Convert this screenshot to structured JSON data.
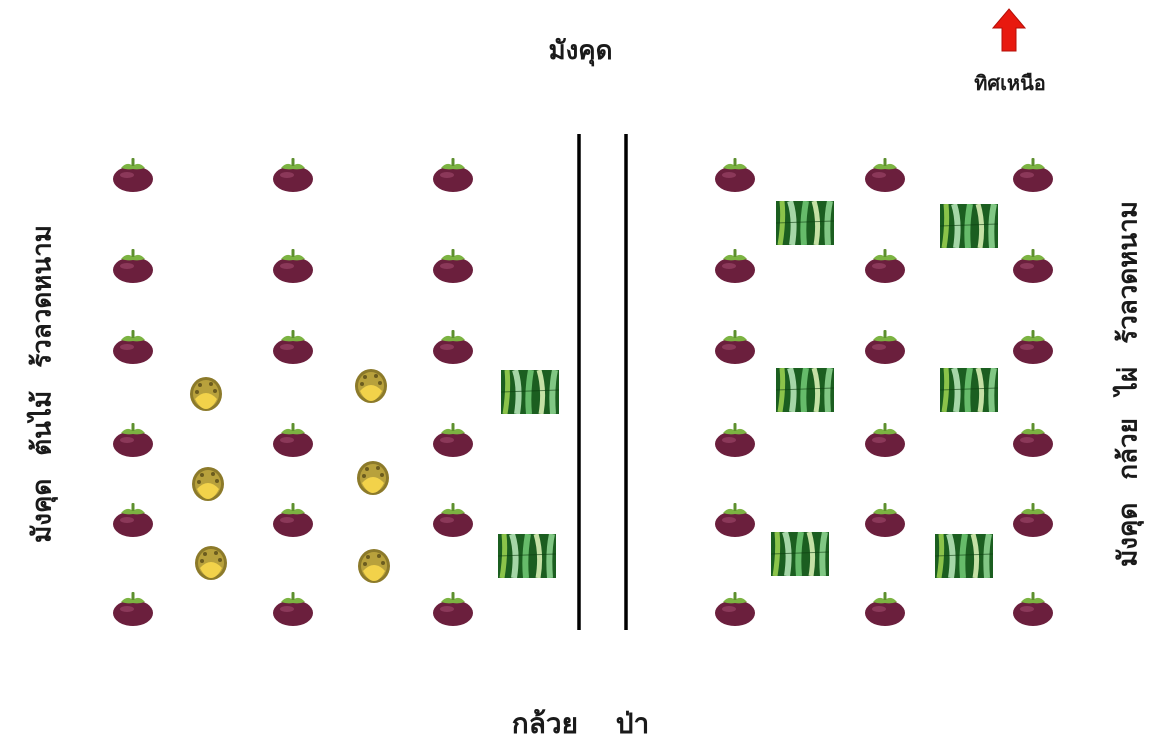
{
  "title": "มังคุด",
  "compass": {
    "label": "ทิศเหนือ",
    "icon": "north-arrow-icon",
    "color": "#e8190f"
  },
  "bottom_label": "กล้วย ป่า",
  "left_label": "มังคุด ต้นไม้ ร้วลวดหนาม",
  "right_label": "มังคุด กล้วย ไผ่ ร้วลวดหนาม",
  "legend_icons": {
    "mangosteen": "mangosteen-icon",
    "durian": "durian-icon",
    "bamboo": "bamboo-icon"
  },
  "colors": {
    "mangosteen": "#6b1f3d",
    "mangosteen_top": "#7cb342",
    "durian": "#b8a13c",
    "bamboo": "#2e7d32",
    "divider": "#000000"
  }
}
